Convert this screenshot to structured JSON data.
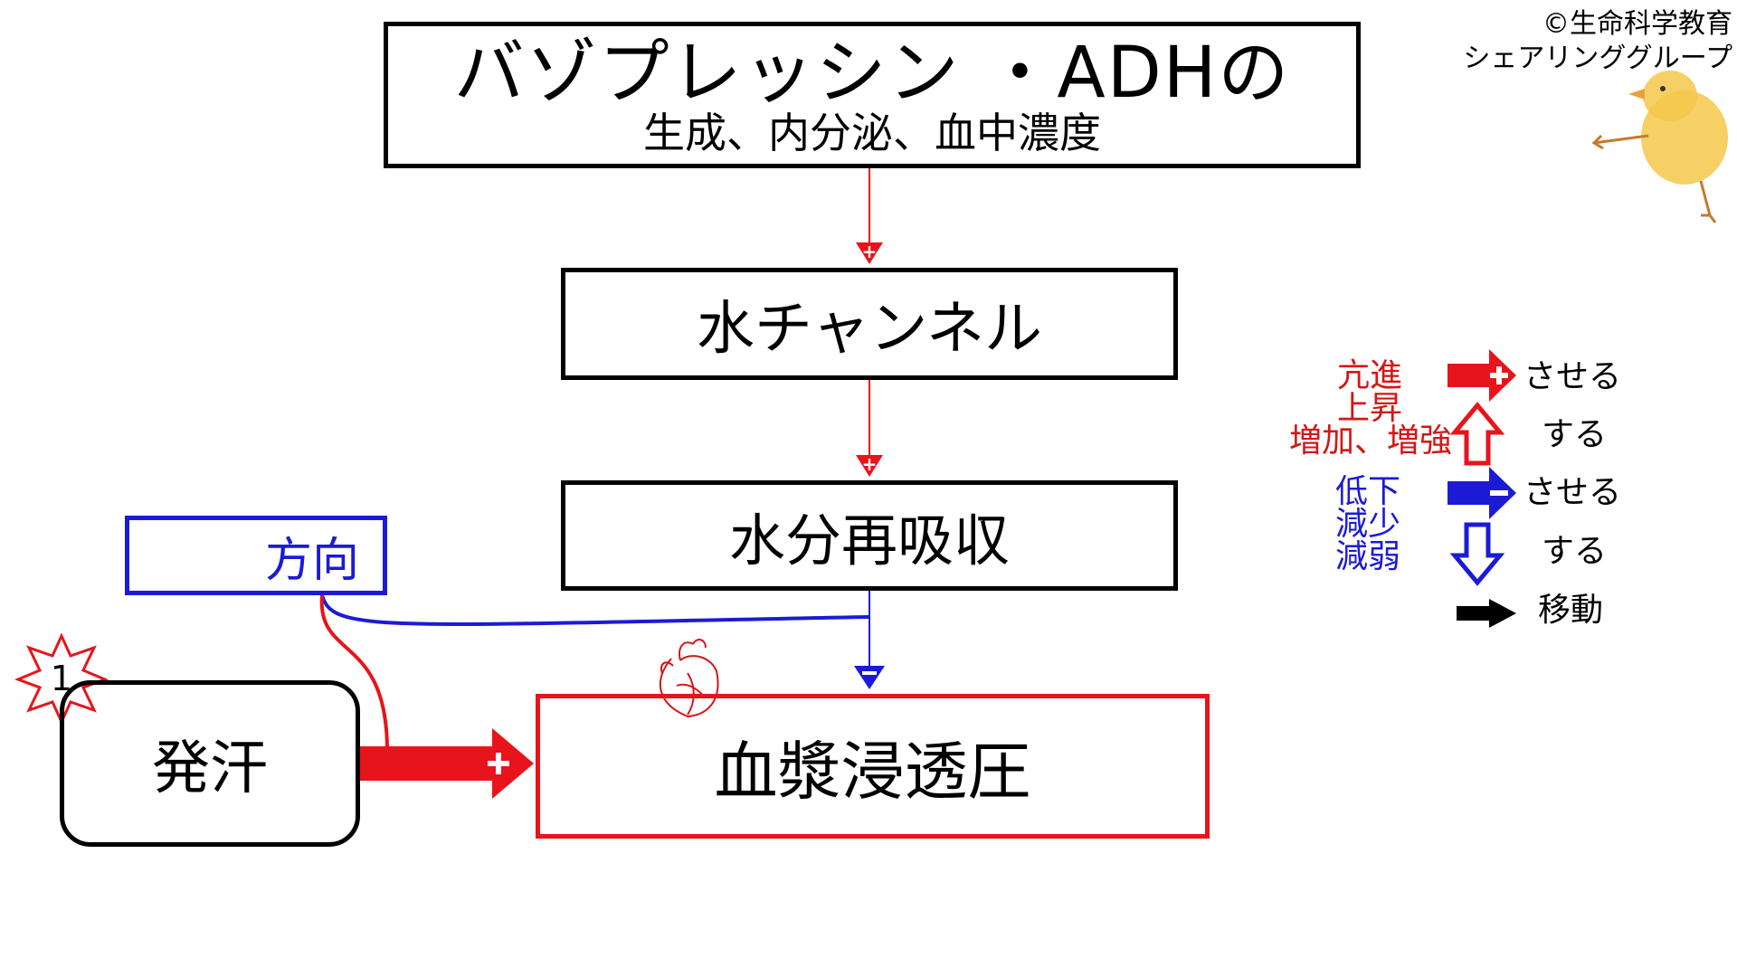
{
  "copyright": {
    "line1": "©生命科学教育",
    "line2": "シェアリンググループ"
  },
  "nodes": {
    "title": {
      "main": "バゾプレッシン ・ADHの",
      "sub": "生成、内分泌、血中濃度"
    },
    "channel": "水チャンネル",
    "reabsorption": "水分再吸収",
    "plasma": "血漿浸透圧",
    "sweat": "発汗",
    "direction": "方向",
    "badge": "1"
  },
  "legend": {
    "increase_words": [
      "亢進",
      "上昇",
      "増加、増強"
    ],
    "decrease_words": [
      "低下",
      "減少",
      "減弱"
    ],
    "increase_causative": "させる",
    "increase_intransitive": "する",
    "decrease_causative": "させる",
    "decrease_intransitive": "する",
    "move": "移動"
  },
  "colors": {
    "increase": "#e8141b",
    "decrease": "#1b1bd6",
    "neutral": "#000000"
  }
}
